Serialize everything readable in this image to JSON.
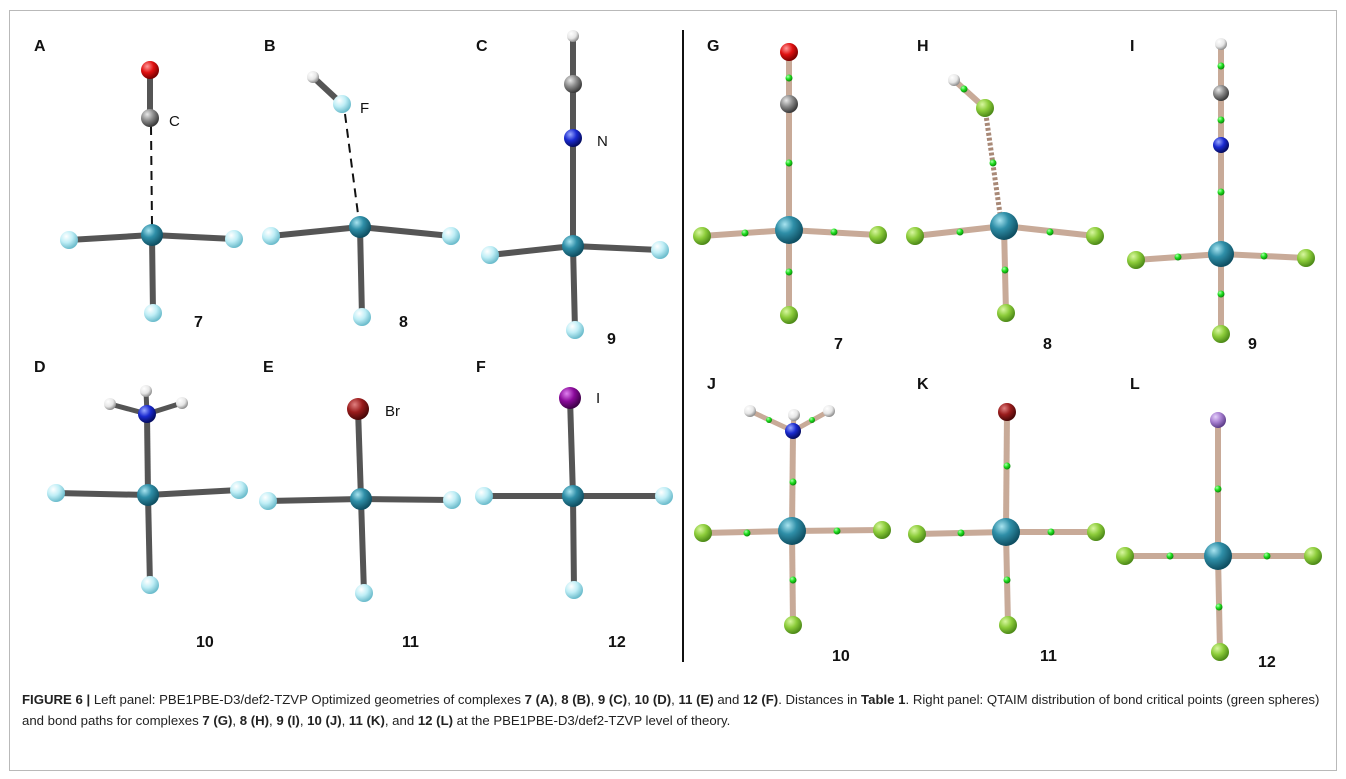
{
  "panels": {
    "A": {
      "letter": "A",
      "compound": "7",
      "atom_label": "C"
    },
    "B": {
      "letter": "B",
      "compound": "8",
      "atom_label": "F"
    },
    "C": {
      "letter": "C",
      "compound": "9",
      "atom_label": "N"
    },
    "D": {
      "letter": "D",
      "compound": "10"
    },
    "E": {
      "letter": "E",
      "compound": "11",
      "atom_label": "Br"
    },
    "F": {
      "letter": "F",
      "compound": "12",
      "atom_label": "I"
    },
    "G": {
      "letter": "G",
      "compound": "7"
    },
    "H": {
      "letter": "H",
      "compound": "8"
    },
    "I": {
      "letter": "I",
      "compound": "9"
    },
    "J": {
      "letter": "J",
      "compound": "10"
    },
    "K": {
      "letter": "K",
      "compound": "11"
    },
    "L": {
      "letter": "L",
      "compound": "12"
    }
  },
  "caption": {
    "figure_label": "FIGURE 6 |",
    "t1": " Left panel: PBE1PBE-D3/def2-TZVP Optimized geometries of complexes ",
    "b1": "7 (A)",
    "t2": ", ",
    "b2": "8 (B)",
    "t3": ", ",
    "b3": "9 (C)",
    "t4": ", ",
    "b4": "10 (D)",
    "t5": ", ",
    "b5": "11 (E)",
    "t6": " and ",
    "b6": "12 (F)",
    "t7": ". Distances in ",
    "b7": "Table 1",
    "t8": ". Right panel: QTAIM distribution of bond critical points (green spheres) and bond paths for complexes ",
    "b8": "7 (G)",
    "t9": ", ",
    "b9": "8 (H)",
    "t10": ", ",
    "b10": "9 (I)",
    "t11": ", ",
    "b11": "10 (J)",
    "t12": ", ",
    "b12": "11 (K)",
    "t13": ", and ",
    "b13": "12 (L)",
    "t14": " at the PBE1PBE-D3/def2-TZVP level of theory."
  },
  "colors": {
    "metal": "#2f8fa8",
    "ligand_left": "#bfeef6",
    "ligand_right": "#8ccc3a",
    "oxygen": "#e01010",
    "carbon": "#8a8a8a",
    "nitrogen": "#1a2ad0",
    "hydrogen": "#e6e6e6",
    "bromine": "#9a1c1c",
    "iodine_left": "#8a0a9a",
    "iodine_right": "#a77fd0",
    "bcp": "#20e020",
    "bond_left": "#555555",
    "bond_right": "#c8aa98",
    "frame": "#b9b9b9"
  }
}
